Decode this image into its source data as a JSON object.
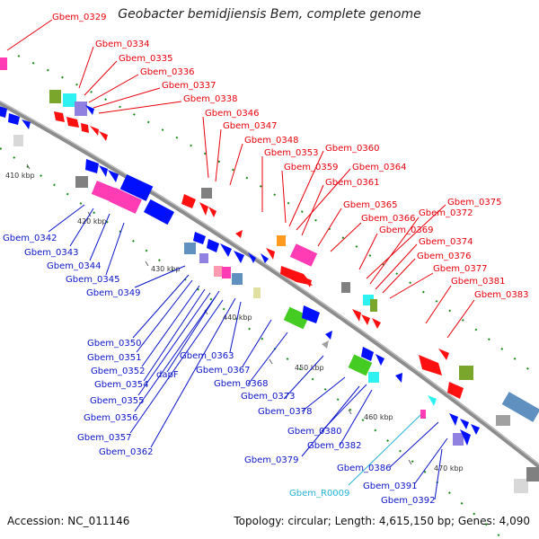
{
  "title": "Geobacter bemidjiensis Bem, complete genome",
  "footer": {
    "accession": "Accession: NC_011146",
    "summary": "Topology: circular; Length: 4,615,150 bp; Genes: 4,090"
  },
  "colors": {
    "forward_label": "#e8000b",
    "reverse_label": "#0a14c8",
    "rna_label": "#26b5d6",
    "backbone": "#8c8c8c"
  },
  "ticks": [
    "410 kbp",
    "420 kbp",
    "430 kbp",
    "440 kbp",
    "450 kbp",
    "460 kbp",
    "470 kbp"
  ],
  "forward_labels": [
    "Gbem_0329",
    "Gbem_0334",
    "Gbem_0335",
    "Gbem_0336",
    "Gbem_0337",
    "Gbem_0338",
    "Gbem_0346",
    "Gbem_0347",
    "Gbem_0348",
    "Gbem_0353",
    "Gbem_0359",
    "Gbem_0360",
    "Gbem_0364",
    "Gbem_0361",
    "Gbem_0365",
    "Gbem_0366",
    "Gbem_0369",
    "Gbem_0375",
    "Gbem_0372",
    "Gbem_0374",
    "Gbem_0376",
    "Gbem_0377",
    "Gbem_0381",
    "Gbem_0383"
  ],
  "reverse_labels": [
    "Gbem_0342",
    "Gbem_0343",
    "Gbem_0344",
    "Gbem_0345",
    "Gbem_0349",
    "Gbem_0350",
    "Gbem_0351",
    "Gbem_0352",
    "Gbem_0354",
    "Gbem_0355",
    "Gbem_0356",
    "Gbem_0357",
    "Gbem_0362",
    "dapF",
    "Gbem_0363",
    "Gbem_0367",
    "Gbem_0368",
    "Gbem_0373",
    "Gbem_0378",
    "Gbem_0380",
    "Gbem_0382",
    "Gbem_0379",
    "Gbem_0386",
    "Gbem_0391",
    "Gbem_0392"
  ],
  "rna_labels": [
    "Gbem_R0009"
  ]
}
